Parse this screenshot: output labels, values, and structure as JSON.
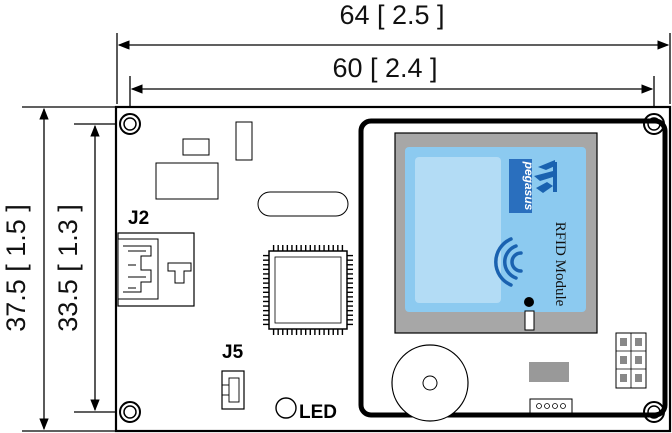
{
  "dimensions": {
    "overall_width": "64 [ 2.5 ]",
    "hole_spacing_width": "60  [ 2.4 ]",
    "overall_height": "37.5  [ 1.5 ]",
    "hole_spacing_height": "33.5  [ 1.3 ]"
  },
  "labels": {
    "j2": "J2",
    "j5": "J5",
    "led": "LED"
  },
  "rfid": {
    "brand": "pegasus",
    "module_text": "RFID Module"
  },
  "colors": {
    "line": "#000000",
    "module_gray": "#a7a7a7",
    "module_blue": "#8ccaf0",
    "module_light_blue": "#b3dcf5",
    "logo_blue": "#1a62b0",
    "brand_blue": "#2a6fbe"
  },
  "icons": [
    "mounting-hole-icon",
    "rfid-wave-icon",
    "pegasus-logo-icon"
  ]
}
